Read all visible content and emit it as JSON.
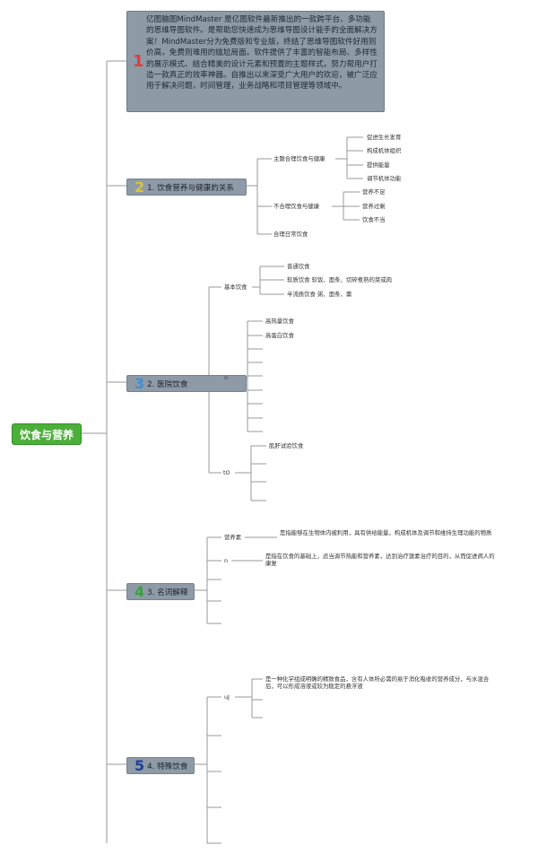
{
  "root": {
    "label": "饮食与营养"
  },
  "intro": {
    "num": "1",
    "num_color": "#e33b3b",
    "text": "亿图脑图MindMaster 是亿图软件最新推出的一款跨平台、多功能的思维导图软件。是帮助您快速成为思维导图设计能手的全面解决方案！MindMaster分为免费版和专业版，终结了思维导图软件好用则价高，免费则难用的尴尬局面。软件提供了丰富的智能布局、多样性的展示模式、结合精美的设计元素和预置的主题样式，努力帮用户打造一款真正的效率神器。自推出以来深受广大用户的欢迎，被广泛应用于解决问题，时间管理，业务战略和项目管理等领域中。"
  },
  "branches": [
    {
      "num": "2",
      "num_color": "#d8c53a",
      "label": "1. 饮食营养与健康的关系",
      "subs": [
        {
          "label": "主题合理饮食与健康",
          "items": [
            "促进生长发育",
            "构成机体组织",
            "提供能量",
            "调节机体功能"
          ]
        },
        {
          "label": "不合理饮食与健康",
          "items": [
            "营养不足",
            "营养过剩",
            "饮食不当"
          ]
        },
        {
          "label": "合理日常饮食",
          "items": []
        }
      ]
    },
    {
      "num": "3",
      "num_color": "#3a8fd8",
      "label": "2. 医院饮食",
      "subs": [
        {
          "label": "基本饮食",
          "items": [
            "普通饮食",
            "软质饮食 软饭、面条、切碎煮熟的菜或肉",
            "半流质饮食 粥、面条、羹"
          ]
        },
        {
          "label": "n",
          "items": [
            "高热量饮食",
            "高蛋白饮食",
            "",
            "",
            "",
            "",
            "",
            "",
            ""
          ]
        },
        {
          "label": "tO",
          "items": [
            "肌肝试验饮食",
            "",
            "",
            ""
          ]
        }
      ]
    },
    {
      "num": "4",
      "num_color": "#35a33a",
      "label": "3. 名词解释",
      "subs": [
        {
          "label": "营养素",
          "items": [
            "是指能够在生物体内被利用，具有供给能量，构成机体及调节和维持生理功能的物质"
          ]
        },
        {
          "label": "n",
          "items": [
            "是指在饮食的基础上，适当调节热能和营养素，达到治疗激素治疗的目的，从而促进病人的康复"
          ]
        },
        {
          "label": "",
          "items": []
        },
        {
          "label": "",
          "items": []
        },
        {
          "label": "",
          "items": []
        }
      ]
    },
    {
      "num": "5",
      "num_color": "#1f3f9a",
      "label": "4. 特殊饮食",
      "subs": [
        {
          "label": "uJ",
          "items": [
            "是一种化学组成明确的精致食品，含有人体所必需的易于消化吸收的营养成分，与水混合后，可以形成溶液或较为稳定的悬浮液",
            "",
            ""
          ]
        },
        {
          "label": "",
          "items": []
        },
        {
          "label": "",
          "items": []
        },
        {
          "label": "",
          "items": []
        },
        {
          "label": "",
          "items": []
        }
      ]
    }
  ]
}
